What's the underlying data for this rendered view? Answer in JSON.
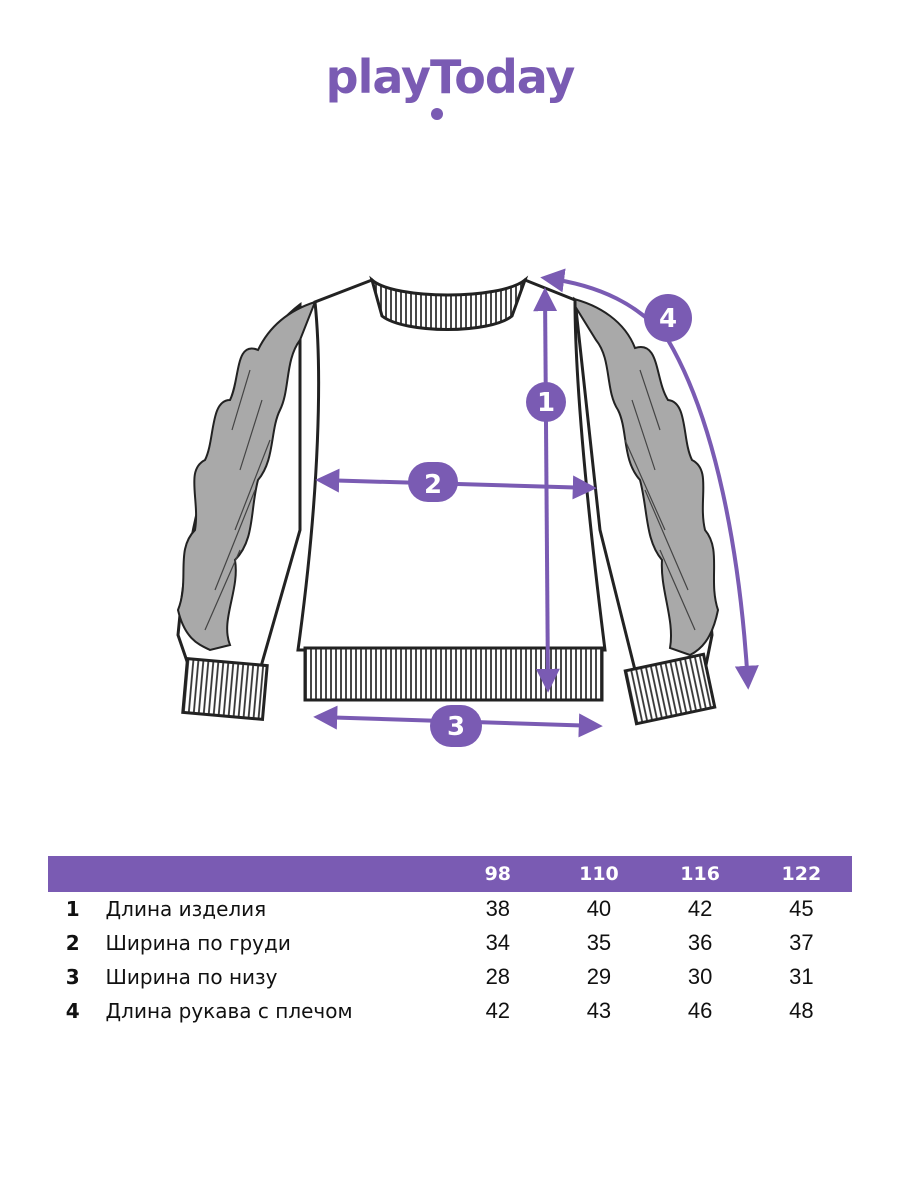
{
  "brand": {
    "name": "playToday",
    "color": "#7a5bb3"
  },
  "measure_markers": [
    "1",
    "2",
    "3",
    "4"
  ],
  "table": {
    "sizes": [
      "98",
      "110",
      "116",
      "122"
    ],
    "rows": [
      {
        "index": "1",
        "label": "Длина изделия",
        "values": [
          "38",
          "40",
          "42",
          "45"
        ]
      },
      {
        "index": "2",
        "label": "Ширина по груди",
        "values": [
          "34",
          "35",
          "36",
          "37"
        ]
      },
      {
        "index": "3",
        "label": "Ширина по низу",
        "values": [
          "28",
          "29",
          "30",
          "31"
        ]
      },
      {
        "index": "4",
        "label": "Длина рукава с плечом",
        "values": [
          "42",
          "43",
          "46",
          "48"
        ]
      }
    ]
  }
}
